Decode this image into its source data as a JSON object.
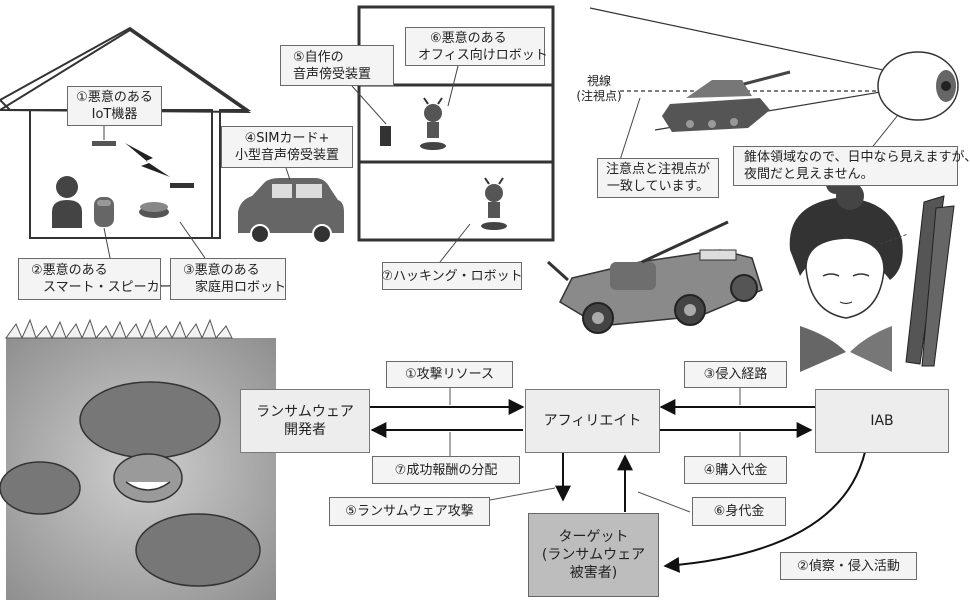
{
  "top_left": {
    "house_labels": {
      "iot": [
        "①悪意のある",
        "IoT機器"
      ],
      "speaker": [
        "②悪意のある",
        "スマート・スピーカー"
      ],
      "home_robot": [
        "③悪意のある",
        "家庭用ロボット"
      ],
      "car": [
        "④SIMカード+",
        "小型音声傍受装置"
      ]
    },
    "building_labels": {
      "diy_device": [
        "⑤自作の",
        "音声傍受装置"
      ],
      "office_robot": [
        "⑥悪意のある",
        "オフィス向けロボット"
      ],
      "hacking_robot": [
        "⑦ハッキング・ロボット"
      ]
    }
  },
  "top_right": {
    "sight_line": [
      "視線",
      "(注視点)"
    ],
    "attention_note": [
      "注意点と注視点が",
      "一致しています。"
    ],
    "cone_note": [
      "錐体領域なので、日中なら見えますが、",
      "夜間だと見えません。"
    ]
  },
  "ransomware_flow": {
    "nodes": {
      "developer": [
        "ランサムウェア",
        "開発者"
      ],
      "affiliate": [
        "アフィリエイト"
      ],
      "iab": [
        "IAB"
      ],
      "target": [
        "ターゲット",
        "(ランサムウェア",
        "被害者)"
      ]
    },
    "edge_labels": {
      "resources": [
        "①攻撃リソース"
      ],
      "reward": [
        "⑦成功報酬の分配"
      ],
      "route": [
        "③侵入経路"
      ],
      "payment": [
        "④購入代金"
      ],
      "attack": [
        "⑤ランサムウェア攻撃"
      ],
      "ransom": [
        "⑥身代金"
      ],
      "recon": [
        "②偵察・侵入活動"
      ]
    }
  }
}
